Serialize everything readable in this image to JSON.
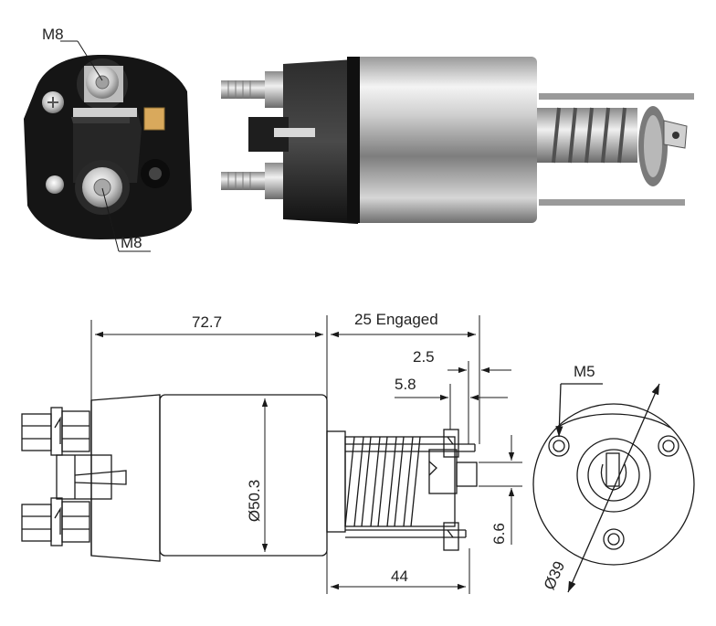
{
  "photo_labels": {
    "top_terminal": "M8",
    "bottom_terminal": "M8"
  },
  "dimensions": {
    "body_length": "72.7",
    "plunger_travel": "25 Engaged",
    "offset_a": "2.5",
    "offset_b": "5.8",
    "diameter": "Ø50.3",
    "stud_length": "44",
    "plunger_height": "6.6",
    "mount_thread": "M5",
    "bolt_circle": "Ø39"
  },
  "colors": {
    "line": "#1a1a1a",
    "metal_light": "#e6e6e6",
    "metal_dark": "#6a6a6a",
    "cap_black": "#1c1c1c"
  }
}
